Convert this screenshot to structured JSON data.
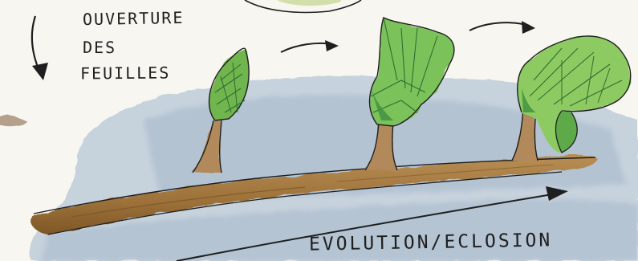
{
  "caption": {
    "line1": "OUVERTURE",
    "line2": "DES",
    "line3": "FEUILLES",
    "bottom": "EVOLUTION/ECLOSION"
  },
  "colors": {
    "paper": "#f8f6f0",
    "sky_wash": "#aebfd0",
    "branch": "#a47a42",
    "branch_dark": "#6e4e24",
    "leaf_light": "#a9d57a",
    "leaf_mid": "#5cad4f",
    "leaf_dark": "#2f7d3a",
    "ink": "#1f1f1f"
  }
}
